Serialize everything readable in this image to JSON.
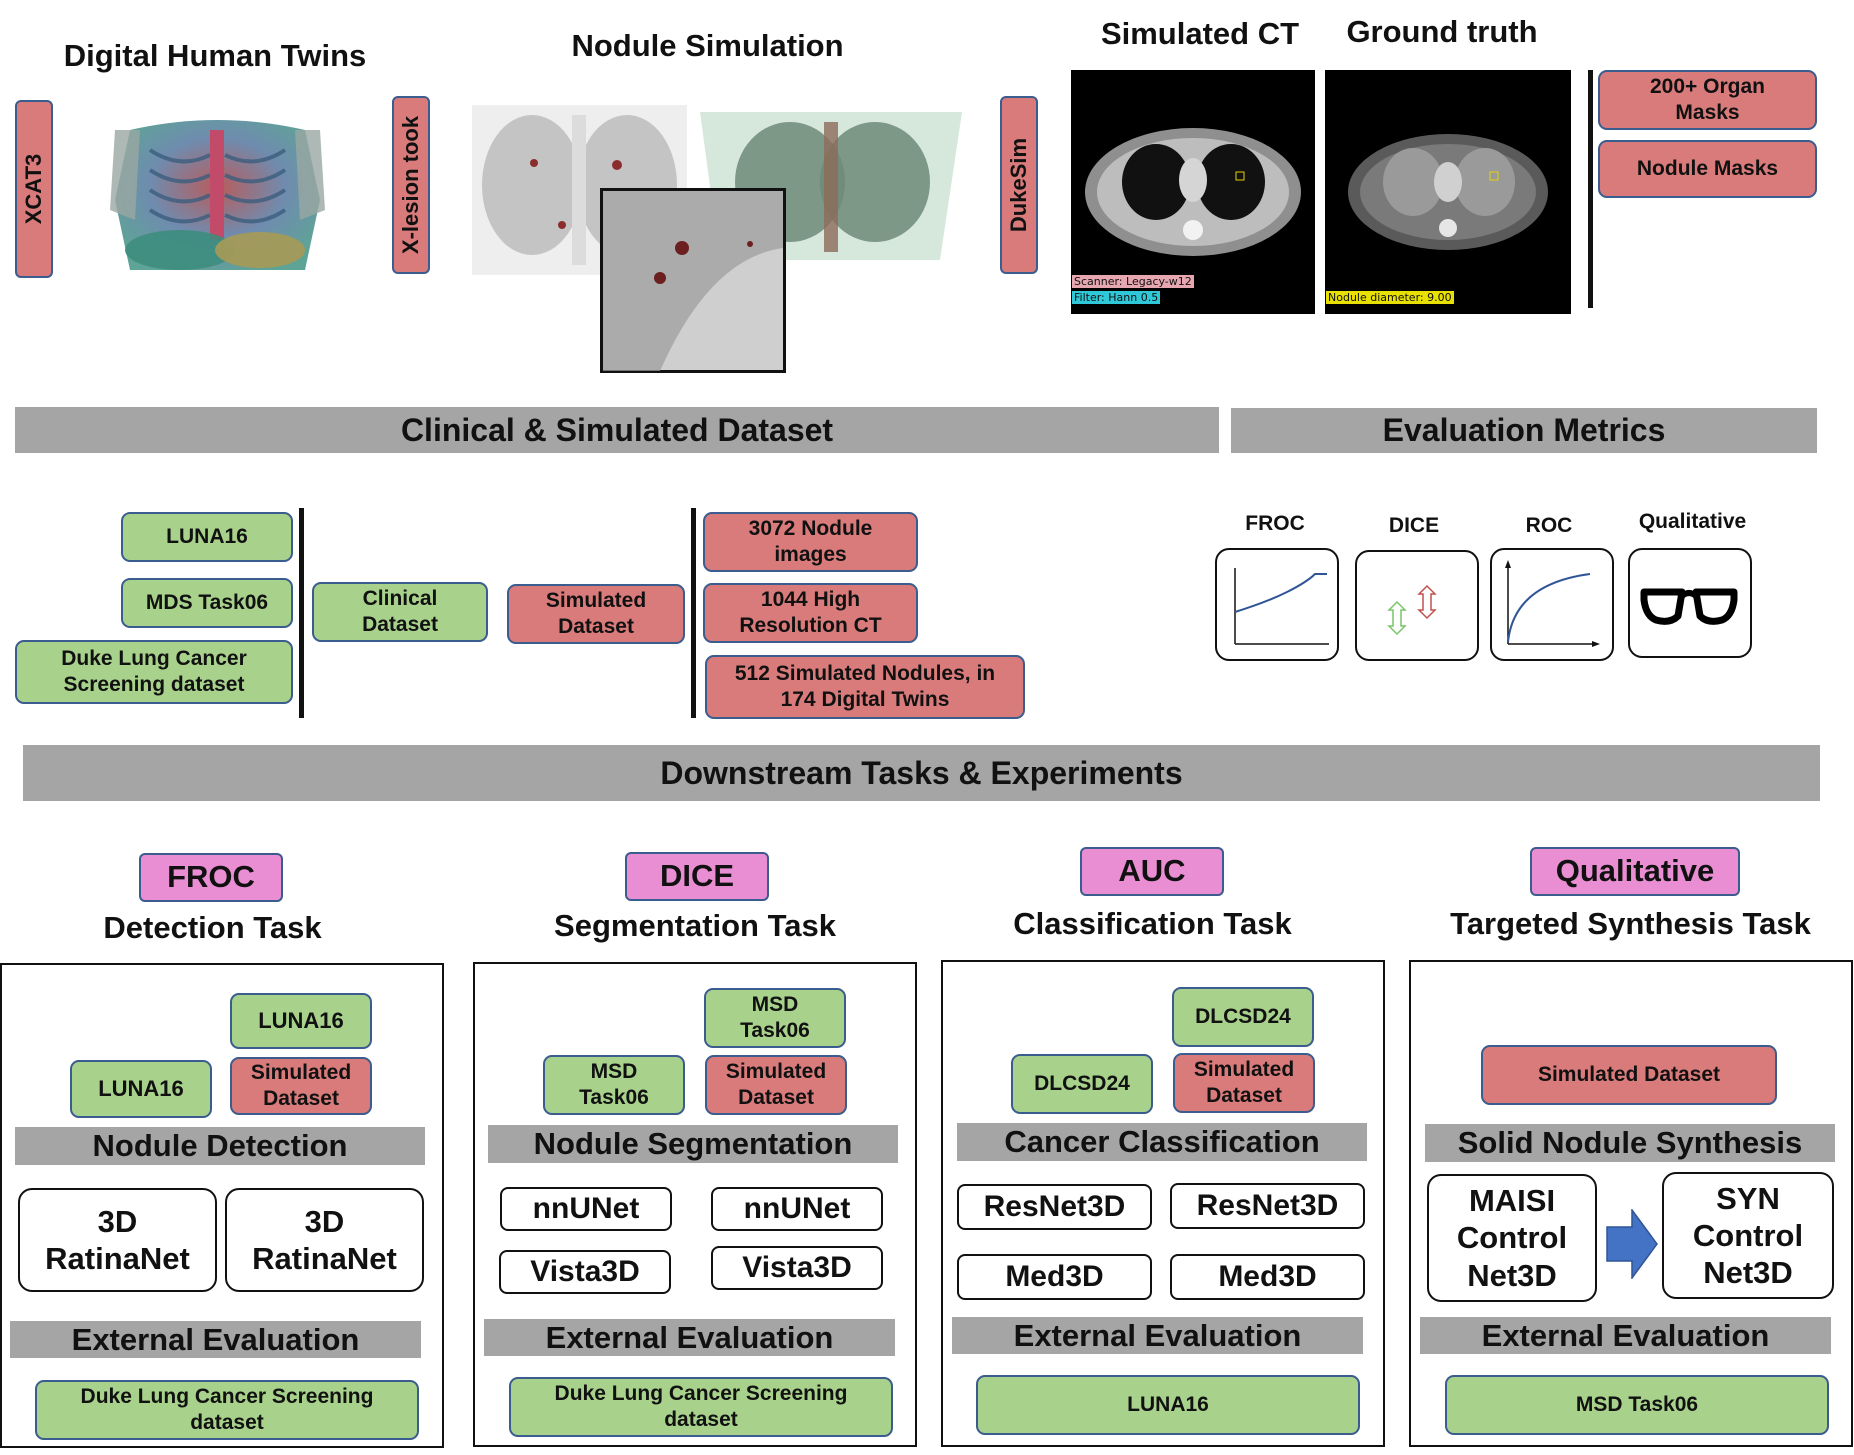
{
  "top": {
    "digital_twins_title": "Digital Human Twins",
    "nodule_sim_title": "Nodule Simulation",
    "simulated_ct_title": "Simulated CT",
    "ground_truth_title": "Ground truth",
    "xcat3": "XCAT3",
    "xlesion": "X-lesion took",
    "dukesim": "DukeSim",
    "scanner_label": "Scanner: Legacy-w12",
    "filter_label": "Filter: Hann 0.5",
    "nodule_diameter_label": "Nodule diameter: 9.00",
    "organ_masks": "200+ Organ Masks",
    "nodule_masks": "Nodule Masks"
  },
  "banners": {
    "clinical_simulated": "Clinical & Simulated Dataset",
    "evaluation_metrics": "Evaluation Metrics",
    "downstream": "Downstream Tasks & Experiments"
  },
  "datasets": {
    "luna16": "LUNA16",
    "mds_task06": "MDS Task06",
    "duke": "Duke Lung Cancer Screening dataset",
    "clinical": "Clinical Dataset",
    "simulated": "Simulated Dataset",
    "sim_3072": "3072 Nodule images",
    "sim_1044": "1044 High Resolution CT",
    "sim_512": "512 Simulated Nodules, in 174 Digital Twins"
  },
  "metrics": {
    "froc": "FROC",
    "dice": "DICE",
    "roc": "ROC",
    "qualitative": "Qualitative"
  },
  "tasks": [
    {
      "metric": "FROC",
      "title": "Detection Task",
      "data_a": "LUNA16",
      "data_b": "LUNA16",
      "data_c": "Simulated Dataset",
      "section": "Nodule Detection",
      "model_a": "3D RatinaNet",
      "model_b": "3D RatinaNet",
      "external": "External Evaluation",
      "external_data": "Duke Lung Cancer Screening dataset"
    },
    {
      "metric": "DICE",
      "title": "Segmentation Task",
      "data_a": "MSD Task06",
      "data_b": "MSD Task06",
      "data_c": "Simulated Dataset",
      "section": "Nodule Segmentation",
      "model_a": "nnUNet",
      "model_b": "nnUNet",
      "model_c": "Vista3D",
      "model_d": "Vista3D",
      "external": "External Evaluation",
      "external_data": "Duke Lung Cancer Screening dataset"
    },
    {
      "metric": "AUC",
      "title": "Classification Task",
      "data_a": "DLCSD24",
      "data_b": "DLCSD24",
      "data_c": "Simulated Dataset",
      "section": "Cancer Classification",
      "model_a": "ResNet3D",
      "model_b": "ResNet3D",
      "model_c": "Med3D",
      "model_d": "Med3D",
      "external": "External Evaluation",
      "external_data": "LUNA16"
    },
    {
      "metric": "Qualitative",
      "title": "Targeted Synthesis Task",
      "data_c": "Simulated Dataset",
      "section": "Solid Nodule Synthesis",
      "model_a": "MAISI Control Net3D",
      "model_b": "SYN Control Net3D",
      "external": "External Evaluation",
      "external_data": "MSD Task06"
    }
  ],
  "colors": {
    "green": "#a8d28c",
    "red": "#d97b7b",
    "pink": "#e98ed2",
    "banner_gray": "#a5a5a5",
    "border_blue": "#3b5c8e",
    "arrow_blue": "#4472c4"
  }
}
